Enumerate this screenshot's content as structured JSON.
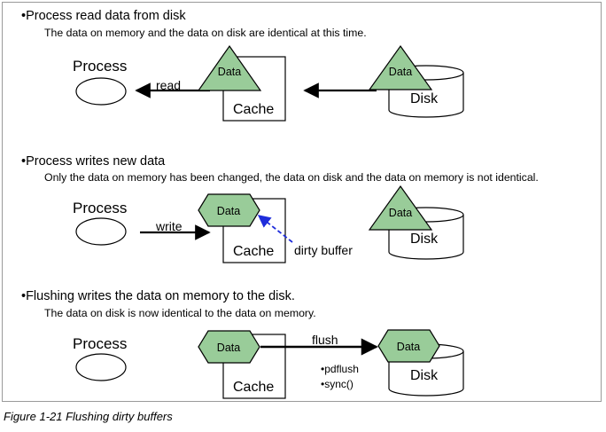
{
  "sections": [
    {
      "heading": "•Process read data from disk",
      "note": "The data on memory and the data on disk are identical at this time.",
      "process_label": "Process",
      "arrow_label": "read",
      "cache_label": "Cache",
      "cache_data_label": "Data",
      "disk_data_label": "Data",
      "disk_label": "Disk"
    },
    {
      "heading": "•Process writes new data",
      "note": "Only the data on memory has been changed, the data on disk and the data on memory is not identical.",
      "process_label": "Process",
      "arrow_label": "write",
      "cache_label": "Cache",
      "cache_data_label": "Data",
      "disk_data_label": "Data",
      "disk_label": "Disk",
      "dirty_label": "dirty buffer"
    },
    {
      "heading": "•Flushing writes the data on memory to the disk.",
      "note": "The data on disk is now identical to the data on memory.",
      "process_label": "Process",
      "arrow_label": "flush",
      "cache_label": "Cache",
      "cache_data_label": "Data",
      "disk_data_label": "Data",
      "disk_label": "Disk",
      "tool_1": "•pdflush",
      "tool_2": "•sync()"
    }
  ],
  "caption": "Figure 1-21   Flushing dirty buffers",
  "colors": {
    "data_fill": "#99cc99",
    "dirty_arrow": "#1f2ddb",
    "frame": "#9a9a9a"
  }
}
